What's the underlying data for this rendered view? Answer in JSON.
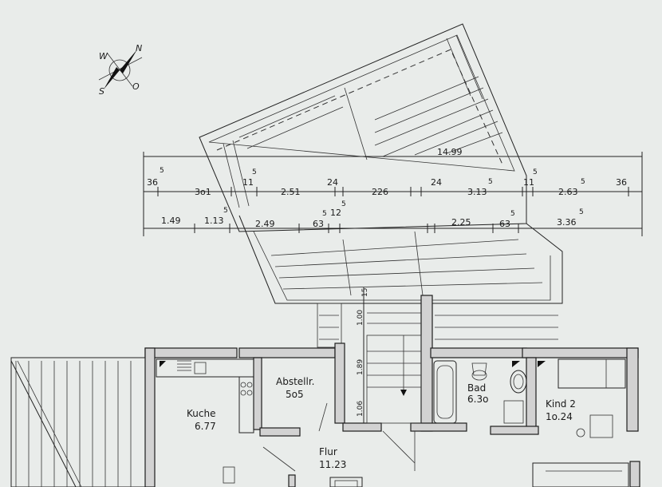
{
  "compass": {
    "n": "N",
    "o": "O",
    "s": "S",
    "w": "W"
  },
  "dimensions": {
    "overall": "14.99",
    "row1": [
      "36",
      "3o1",
      "11",
      "2.51",
      "24",
      "226",
      "24",
      "3.13",
      "11",
      "2.63",
      "36"
    ],
    "row1_sup": [
      "5",
      "5",
      "5",
      "5",
      "5"
    ],
    "row2": [
      "1.49",
      "1.13",
      "2.49",
      "63",
      "12",
      "2.25",
      "63",
      "3.36"
    ],
    "row2_sup": [
      "5",
      "5",
      "5",
      "5",
      "5"
    ],
    "vertical": [
      "1.00",
      "1.89",
      "1.06"
    ],
    "stair_small": "15"
  },
  "rooms": {
    "kitchen": {
      "name": "Kuche",
      "area": "6.77"
    },
    "storage": {
      "name": "Abstellr.",
      "area": "5o5"
    },
    "bath": {
      "name": "Bad",
      "area": "6.3o"
    },
    "child": {
      "name": "Kind 2",
      "area": "1o.24"
    },
    "hall": {
      "name": "Flur",
      "area": "11.23"
    }
  }
}
